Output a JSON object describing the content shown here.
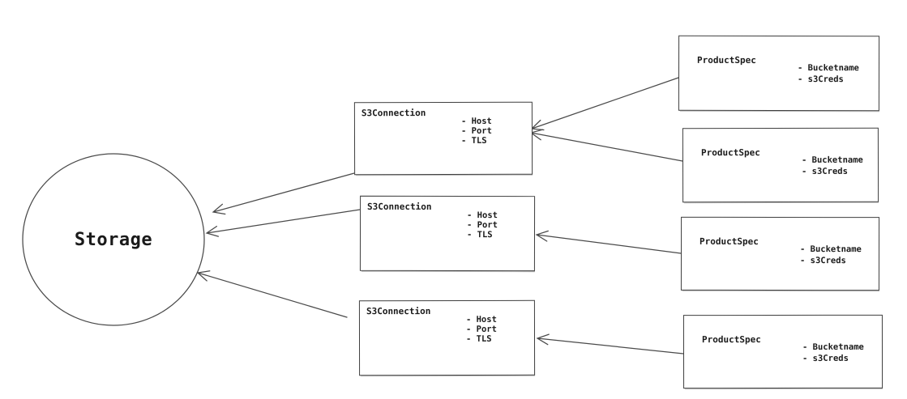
{
  "diagram": {
    "storage": {
      "label": "Storage"
    },
    "s3_connections": [
      {
        "title": "S3Connection",
        "attributes": [
          "- Host",
          "- Port",
          "- TLS"
        ]
      },
      {
        "title": "S3Connection",
        "attributes": [
          "- Host",
          "- Port",
          "- TLS"
        ]
      },
      {
        "title": "S3Connection",
        "attributes": [
          "- Host",
          "- Port",
          "- TLS"
        ]
      }
    ],
    "product_specs": [
      {
        "title": "ProductSpec",
        "attributes": [
          "- Bucketname",
          "- s3Creds"
        ]
      },
      {
        "title": "ProductSpec",
        "attributes": [
          "- Bucketname",
          "- s3Creds"
        ]
      },
      {
        "title": "ProductSpec",
        "attributes": [
          "- Bucketname",
          "- s3Creds"
        ]
      },
      {
        "title": "ProductSpec",
        "attributes": [
          "- Bucketname",
          "- s3Creds"
        ]
      }
    ],
    "colors": {
      "stroke": "#4a4a4a",
      "border": "#3f3f3f",
      "text": "#1a1a1a",
      "background": "#ffffff"
    }
  }
}
